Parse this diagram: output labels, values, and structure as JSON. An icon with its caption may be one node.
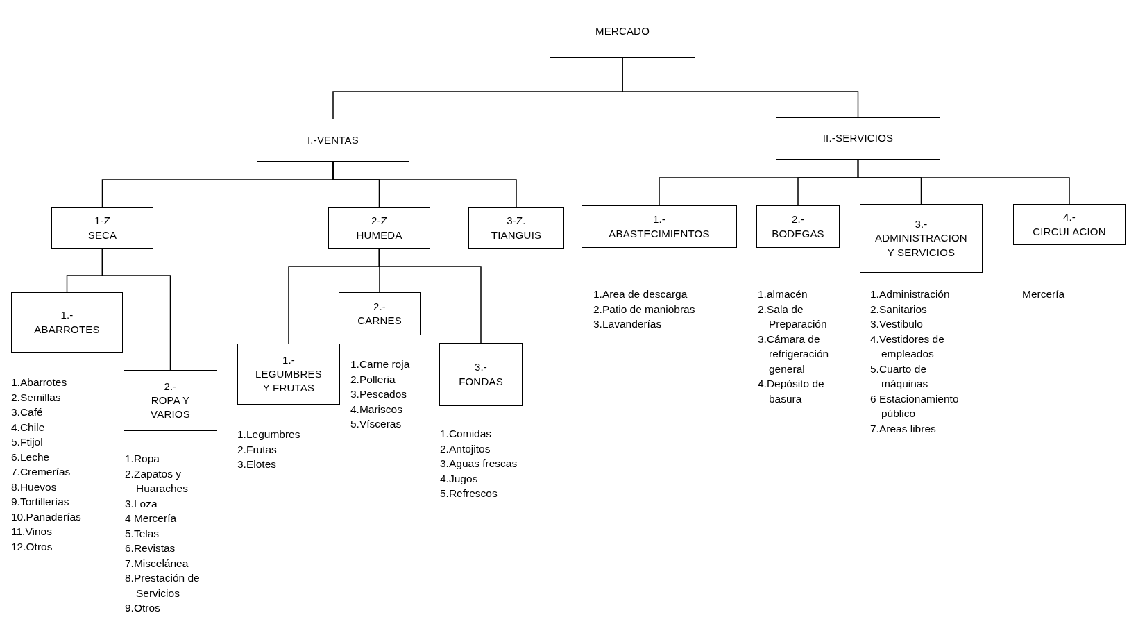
{
  "diagram": {
    "nodes": [
      {
        "text": [
          "MERCADO"
        ]
      },
      {
        "text": [
          "I.-VENTAS"
        ]
      },
      {
        "text": [
          "II.-SERVICIOS"
        ]
      },
      {
        "text": [
          "1-Z SECA"
        ]
      },
      {
        "text": [
          "2-Z HUMEDA"
        ]
      },
      {
        "text": [
          "3-Z. TIANGUIS"
        ]
      },
      {
        "text": [
          "1.- ABARROTES"
        ],
        "beside": [
          "1.Abarrotes",
          "2.Semillas",
          "3.Café",
          "4.Chile",
          "5.Ftijol",
          "6.Leche",
          "7.Cremerías",
          "8.Huevos",
          "9.Tortillerías",
          "10.Panaderías",
          "11.Vinos",
          "12.Otros"
        ]
      },
      {
        "text": [
          "2.- ROPA Y VARIOS"
        ],
        "beside": [
          "1.Ropa",
          "2.Zapatos y Huaraches",
          "3.Loza",
          "4 Mercería",
          "5.Telas",
          "6.Revistas",
          "7.Miscelánea",
          "8.Prestación de Servicios",
          "9.Otros"
        ]
      },
      {
        "text": [
          "1.- LEGUMBRES Y FRUTAS"
        ],
        "beside": [
          "1.Legumbres",
          "2.Frutas",
          "3.Elotes"
        ]
      },
      {
        "text": [
          "2.- CARNES"
        ],
        "beside": [
          "1.Carne roja",
          "2.Polleria",
          "3.Pescados",
          "4.Mariscos",
          "5.Vísceras"
        ]
      },
      {
        "text": [
          "3.- FONDAS"
        ],
        "beside": [
          "1.Comidas",
          "2.Antojitos",
          "3.Aguas frescas",
          "4.Jugos",
          "5.Refrescos"
        ]
      },
      {
        "text": [
          "1.- ABASTECIMIENTOS"
        ],
        "beside": [
          "1.Area de descarga",
          "2.Patio de maniobras",
          "3.Lavanderías"
        ]
      },
      {
        "text": [
          "2.- BODEGAS"
        ],
        "beside": [
          "1.almacén",
          "2.Sala de Preparación",
          "3.Cámara de refrigeración general",
          "4.Depósito de basura"
        ]
      },
      {
        "text": [
          "3.- ADMINISTRACION Y SERVICIOS"
        ],
        "beside": [
          "1.Administración",
          "2.Sanitarios",
          "3.Vestibulo",
          "4.Vestidores de empleados",
          "5.Cuarto de máquinas",
          "6 Estacionamiento público",
          "7.Areas libres"
        ]
      },
      {
        "text": [
          "4.- CIRCULACION"
        ]
      }
    ],
    "labels": [
      "Mercería"
    ],
    "edges": [
      {
        "from": 0,
        "to": 1,
        "arrow": "none"
      },
      {
        "from": 0,
        "to": 2,
        "arrow": "none"
      },
      {
        "from": 1,
        "to": 3,
        "arrow": "none"
      },
      {
        "from": 1,
        "to": 4,
        "arrow": "none"
      },
      {
        "from": 1,
        "to": 5,
        "arrow": "none"
      },
      {
        "from": 2,
        "to": 11,
        "arrow": "none"
      },
      {
        "from": 2,
        "to": 12,
        "arrow": "none"
      },
      {
        "from": 2,
        "to": 13,
        "arrow": "none"
      },
      {
        "from": 2,
        "to": 14,
        "arrow": "none"
      },
      {
        "from": 3,
        "to": 6,
        "arrow": "none"
      },
      {
        "from": 3,
        "to": 7,
        "arrow": "none"
      },
      {
        "from": 4,
        "to": 8,
        "arrow": "none"
      },
      {
        "from": 4,
        "to": 9,
        "arrow": "none"
      },
      {
        "from": 4,
        "to": 10,
        "arrow": "none"
      }
    ]
  }
}
